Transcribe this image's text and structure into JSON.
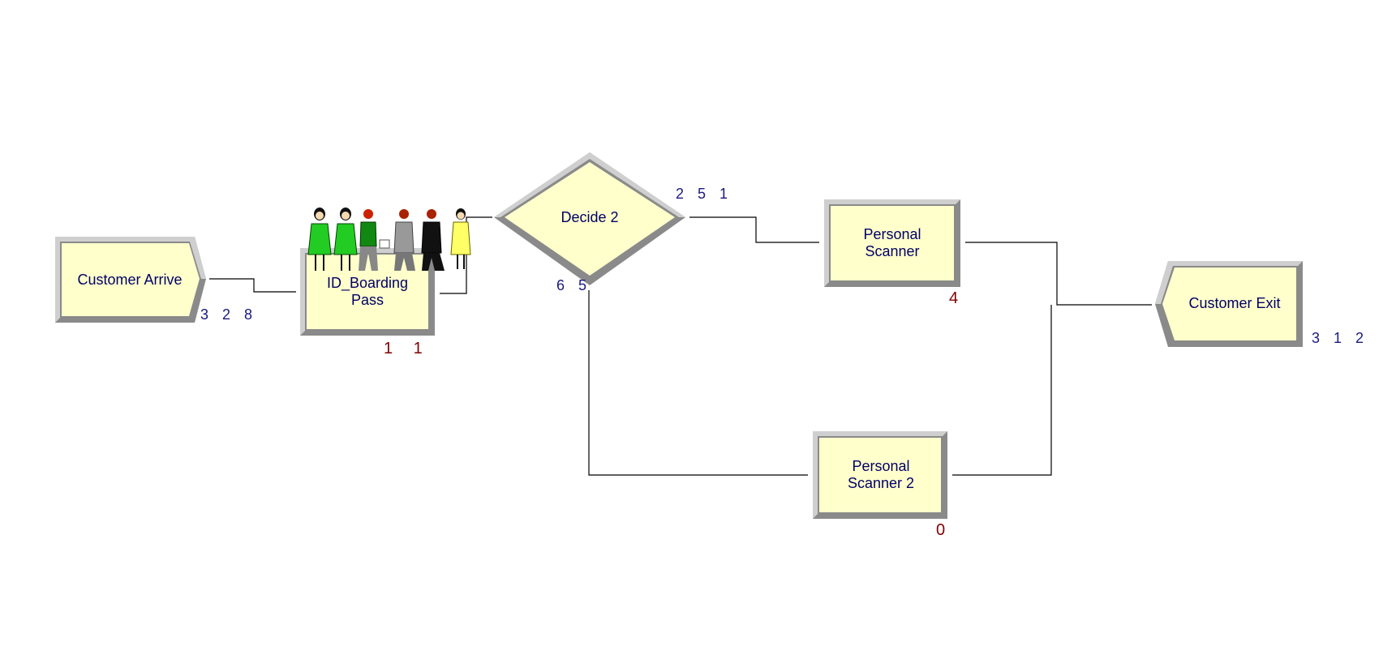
{
  "colors": {
    "module_fill": "#ffffcc",
    "bevel_light": "#c8c8c8",
    "bevel_dark": "#8a8a8a",
    "connector": "#000000",
    "label": "#000066",
    "counter_blue": "#1a1a80",
    "counter_red": "#800000"
  },
  "modules": {
    "customer_arrive": {
      "label": "Customer Arrive",
      "counter": "3 2 8"
    },
    "id_boarding_pass": {
      "label": "ID_Boarding Pass",
      "counter": "1 1"
    },
    "decide_2": {
      "label": "Decide 2",
      "counter_true": "2 5 1",
      "counter_false": "6 5"
    },
    "personal_scanner": {
      "label": "Personal Scanner",
      "counter": "4"
    },
    "personal_scanner_2": {
      "label": "Personal Scanner 2",
      "counter": "0"
    },
    "customer_exit": {
      "label": "Customer Exit",
      "counter": "3 1 2"
    }
  },
  "queue_figures": [
    "person-green",
    "person-green",
    "person-green-dark",
    "person-grey",
    "person-black",
    "person-yellow"
  ]
}
